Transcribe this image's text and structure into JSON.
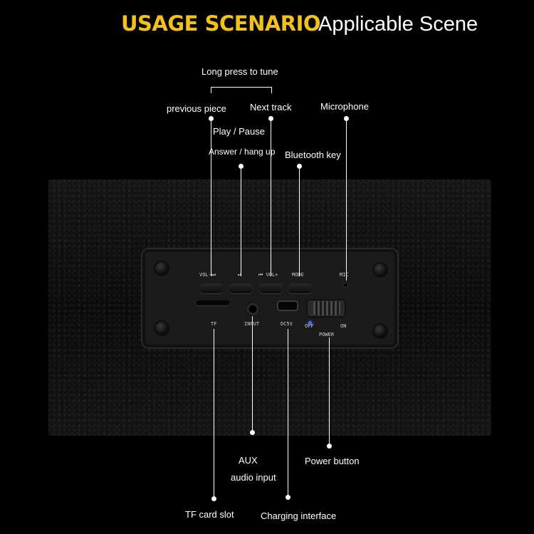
{
  "header": {
    "title": "USAGE SCENARIO",
    "subtitle": "Applicable Scene"
  },
  "callouts": {
    "long_press": "Long press to tune",
    "previous_piece": "previous piece",
    "next_track": "Next track",
    "microphone": "Microphone",
    "play_pause": "Play / Pause",
    "answer_hang_up": "Answer / hang up",
    "bluetooth_key": "Bluetooth key",
    "aux": "AUX",
    "audio_input": "audio input",
    "power_button": "Power button",
    "tf_card_slot": "TF card slot",
    "charging_interface": "Charging interface"
  },
  "panel_labels": {
    "vol_minus": "VOL-⏭",
    "play": "⏯",
    "vol_plus": "⏮ VOL+",
    "mode": "MODE",
    "mic": "MIC",
    "tf": "TF",
    "input": "INPUT",
    "dc5v": "DC5V",
    "off": "OFF",
    "on": "ON",
    "power": "POWER"
  },
  "colors": {
    "title_accent": "#f2c21b",
    "callout_text": "#ffffff",
    "led": "#3a6dff"
  }
}
